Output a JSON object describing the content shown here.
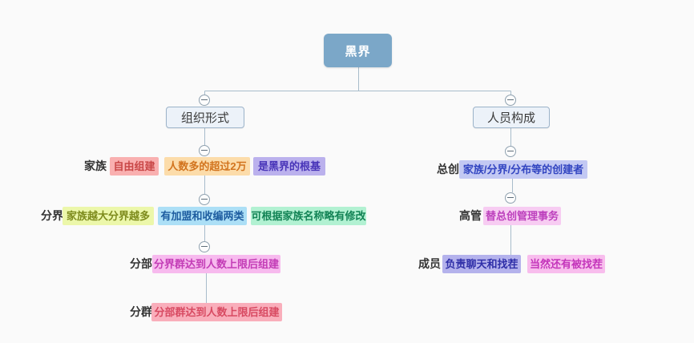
{
  "canvas": {
    "background": "#fafafa",
    "connector_color": "#a8bccb"
  },
  "icons": {
    "collapse": {
      "name": "minus-icon",
      "glyph": "−"
    }
  },
  "root": {
    "label": "黑界",
    "bg": "#7ba7c8",
    "color": "#ffffff"
  },
  "branches": [
    {
      "node": {
        "label": "组织形式",
        "bg": "#ecf2f9",
        "color": "#3a3a3a",
        "border": "#9cb3c9"
      },
      "rows": [
        {
          "label": "家族",
          "items": [
            {
              "text": "自由组建",
              "bg": "#f9b0b0",
              "color": "#c94747"
            },
            {
              "text": "人数多的超过2万",
              "bg": "#fcdcaa",
              "color": "#d2741e"
            },
            {
              "text": "是黑界的根基",
              "bg": "#bbb1ed",
              "color": "#4834b8"
            }
          ]
        },
        {
          "label": "分界",
          "items": [
            {
              "text": "家族越大分界越多",
              "bg": "#ecf7aa",
              "color": "#7d8b1c"
            },
            {
              "text": "有加盟和收编两类",
              "bg": "#acdff6",
              "color": "#1e5da0"
            },
            {
              "text": "可根据家族名称略有修改",
              "bg": "#b2f1d2",
              "color": "#128355"
            }
          ]
        },
        {
          "label": "分部",
          "items": [
            {
              "text": "分界群达到人数上限后组建",
              "bg": "#f7baee",
              "color": "#c33cb6"
            }
          ]
        },
        {
          "label": "分群",
          "items": [
            {
              "text": "分部群达到人数上限后组建",
              "bg": "#f9aebb",
              "color": "#d84a62"
            }
          ]
        }
      ]
    },
    {
      "node": {
        "label": "人员构成",
        "bg": "#ecf2f9",
        "color": "#3a3a3a",
        "border": "#9cb3c9"
      },
      "rows": [
        {
          "label": "总创",
          "items": [
            {
              "text": "家族/分界/分布等的创建者",
              "bg": "#c3c9f3",
              "color": "#3245c1"
            }
          ]
        },
        {
          "label": "高管",
          "items": [
            {
              "text": "替总创管理事务",
              "bg": "#f7ccf2",
              "color": "#bd40bd"
            }
          ]
        },
        {
          "label": "成员",
          "items": [
            {
              "text": "负责聊天和找茬",
              "bg": "#b4b2ec",
              "color": "#2f2fa8"
            },
            {
              "text": "当然还有被找茬",
              "bg": "#f8bded",
              "color": "#c435bb"
            }
          ]
        }
      ]
    }
  ]
}
